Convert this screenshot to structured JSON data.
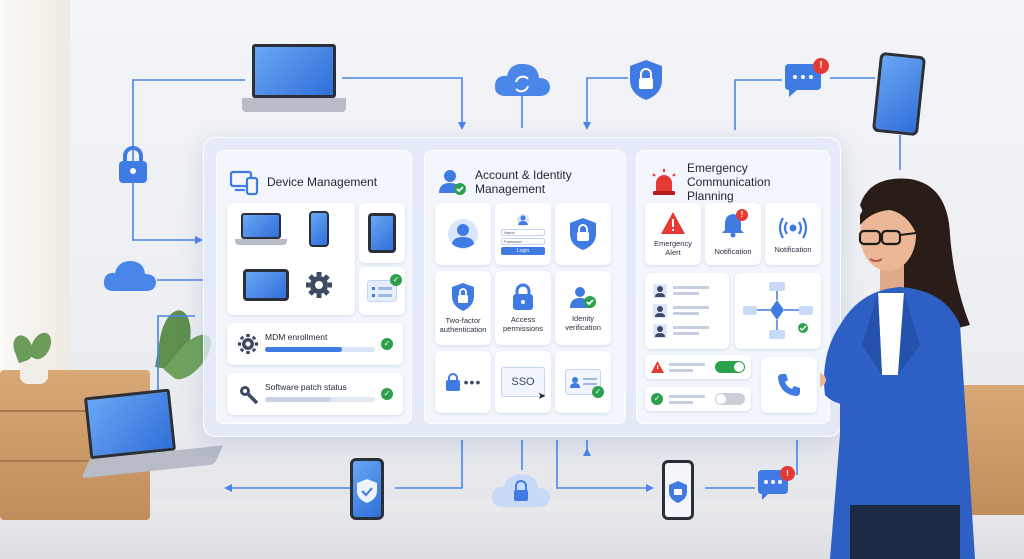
{
  "device_management": {
    "title": "Device Management",
    "mdm_label": "MDM enrollment",
    "mdm_progress": 0.7,
    "patch_label": "Software patch status",
    "patch_progress": 0.6
  },
  "identity": {
    "title_line1": "Account & Identity",
    "title_line2": "Management",
    "login_fields": [
      "Name",
      "Password"
    ],
    "login_button": "Login",
    "two_factor_label": "Two-factor authentication",
    "access_label": "Access permissions",
    "identity_label": "Idenity verification",
    "sso_label": "SSO"
  },
  "emergency": {
    "title_line1": "Emergency Communication",
    "title_line2": "Planning",
    "tiles": [
      {
        "label_line1": "Emergency",
        "label_line2": "Alert"
      },
      {
        "label_line1": "Notification",
        "label_line2": ""
      },
      {
        "label_line1": "Notification",
        "label_line2": ""
      }
    ],
    "toggle_on": true,
    "toggle_off": false
  },
  "colors": {
    "accent": "#3f7be3",
    "success": "#2ca04c",
    "alert": "#e53935",
    "panel": "#e2e9f8"
  },
  "icons": [
    "device-icon",
    "user-check-icon",
    "siren-icon",
    "cloud-sync-icon",
    "lock-icon",
    "shield-lock-icon",
    "chat-alert-icon",
    "gear-icon",
    "phone-call-icon"
  ]
}
